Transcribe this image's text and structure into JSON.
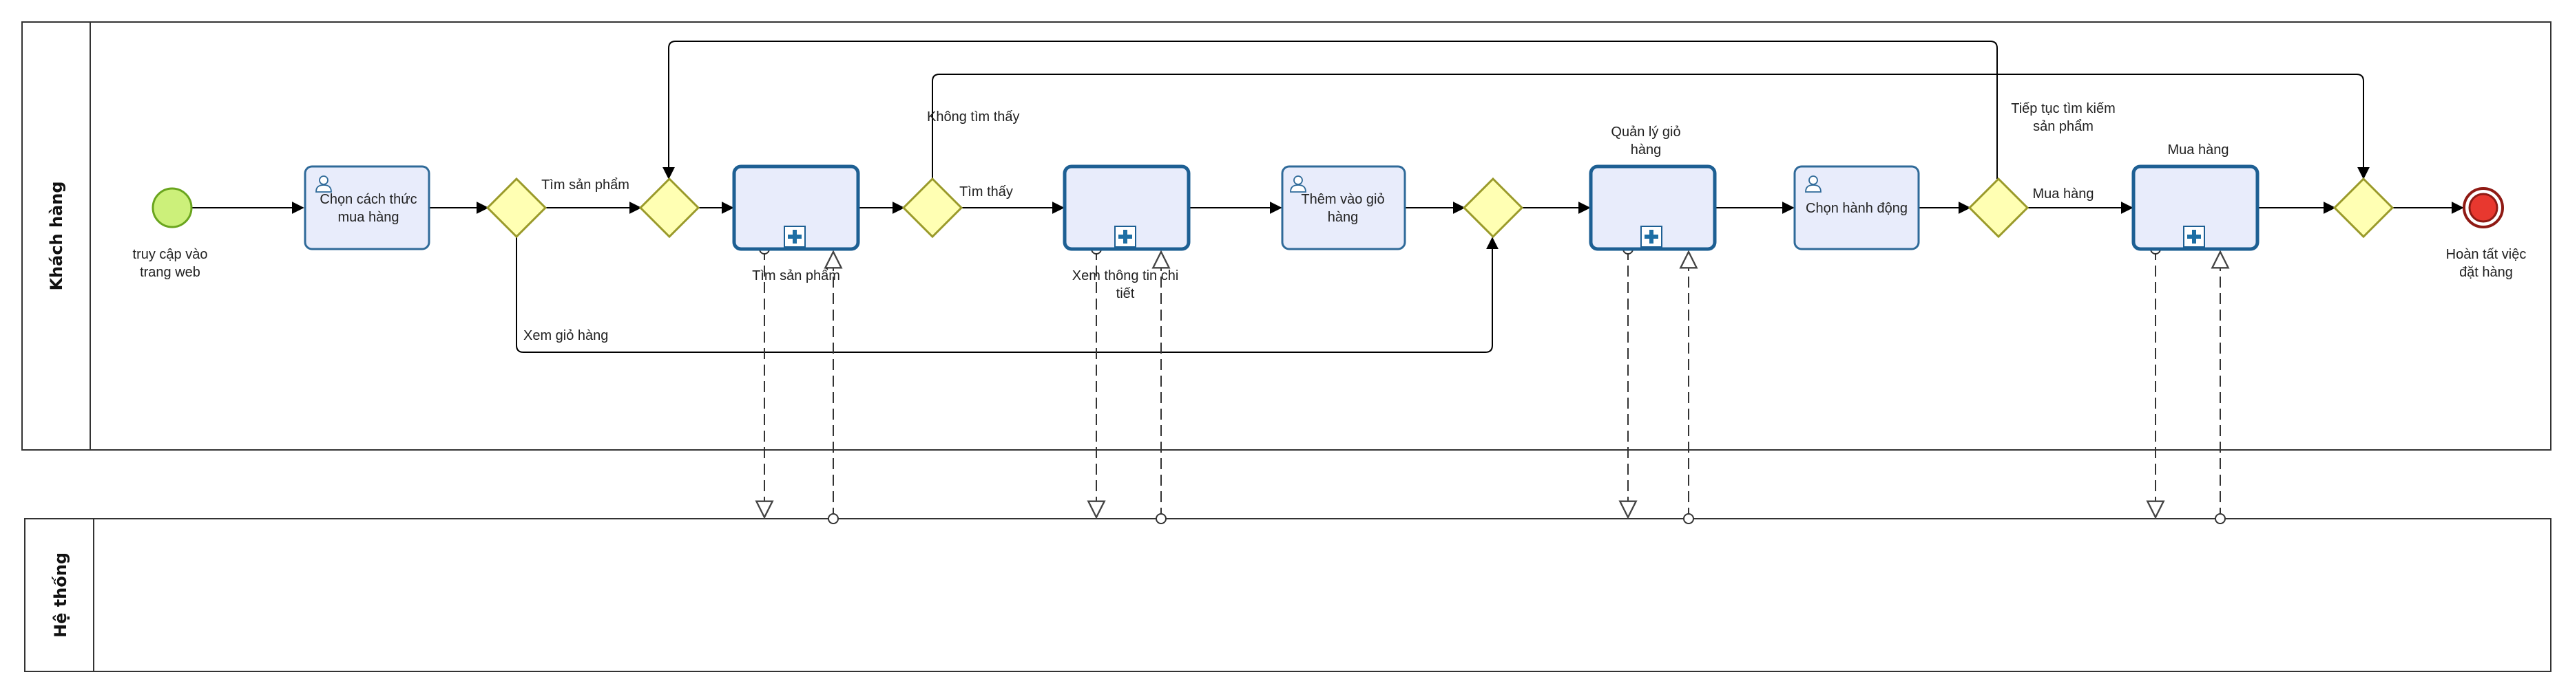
{
  "pools": {
    "khach_hang": "Khách hàng",
    "he_thong": "Hệ thống"
  },
  "events": {
    "start": "truy cập vào trang web",
    "end": "Hoàn tất việc đặt hàng"
  },
  "tasks": {
    "chon_cach_thuc": "Chọn cách thức mua hàng",
    "tim_san_pham": "Tìm sản phẩm",
    "xem_thong_tin": "Xem thông tin chi tiết",
    "them_vao_gio": "Thêm vào giỏ hàng",
    "quan_ly_gio": "Quản lý giỏ hàng",
    "chon_hanh_dong": "Chọn hành động",
    "mua_hang": "Mua hàng"
  },
  "flow_labels": {
    "tim_san_pham": "Tìm sản phẩm",
    "xem_gio_hang": "Xem giỏ hàng",
    "khong_tim_thay": "Không tìm thấy",
    "tim_thay": "Tìm thấy",
    "tiep_tuc_tim_kiem": "Tiếp tục tìm kiếm sản phẩm",
    "mua_hang": "Mua hàng"
  },
  "colors": {
    "task_fill": "#e8ecfb",
    "task_stroke": "#2f6a99",
    "subprocess_stroke": "#1d5f93",
    "gateway_fill": "#ffffb3",
    "gateway_stroke": "#9a9a2a",
    "start_fill": "#ccf07a",
    "start_stroke": "#6aa51e",
    "end_fill": "#e8382f",
    "end_stroke": "#8f1a14",
    "marker_fill": "#1d6fa5"
  },
  "icons": {
    "user_task": "user-icon",
    "subprocess": "plus-icon"
  }
}
